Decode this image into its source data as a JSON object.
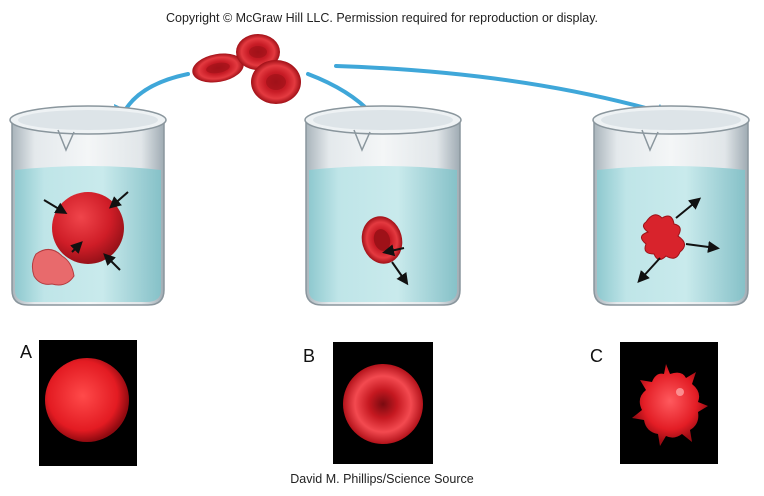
{
  "header": {
    "copyright": "Copyright © McGraw Hill LLC. Permission required for reproduction or display."
  },
  "panels": [
    {
      "label": "A",
      "icon": "swollen-cell-photo"
    },
    {
      "label": "B",
      "icon": "normal-cell-photo"
    },
    {
      "label": "C",
      "icon": "crenated-cell-photo"
    }
  ],
  "footer": {
    "credit": "David M. Phillips/Science Source"
  },
  "colors": {
    "water": "#b8e2e6",
    "glass": "#d6dde2",
    "arrow_blue": "#3fa7d9",
    "cell_red": "#d4212b"
  }
}
